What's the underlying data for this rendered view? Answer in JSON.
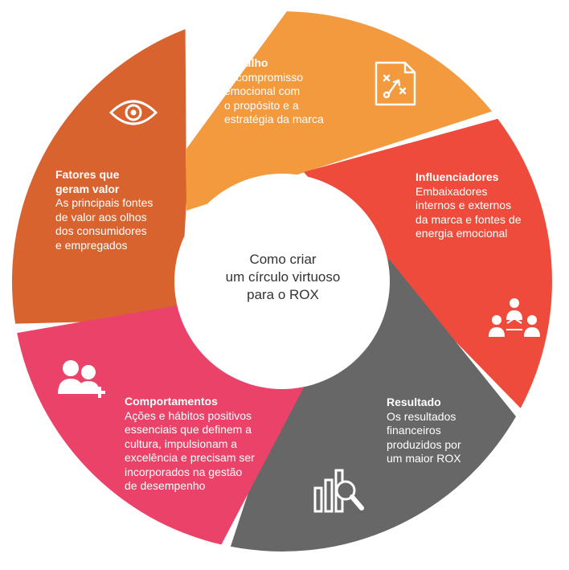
{
  "center": {
    "lines": [
      "Como criar",
      "um círculo virtuoso",
      "para o ROX"
    ]
  },
  "segments": [
    {
      "id": "orgulho",
      "title": "Orgulho",
      "lines": [
        "O compromisso",
        "emocional com",
        "o propósito e a",
        "estratégia da marca"
      ],
      "color": "#F39A3E",
      "icon": "strategy-document-icon"
    },
    {
      "id": "influenciadores",
      "title": "Influenciadores",
      "lines": [
        "Embaixadores",
        "internos e externos",
        "da marca e fontes de",
        "energia emocional"
      ],
      "color": "#EE4B3C",
      "icon": "network-people-icon"
    },
    {
      "id": "resultado",
      "title": "Resultado",
      "lines": [
        "Os resultados",
        "financeiros",
        "produzidos por",
        "um maior ROX"
      ],
      "color": "#676767",
      "icon": "chart-search-icon"
    },
    {
      "id": "comportamentos",
      "title": "Comportamentos",
      "lines": [
        "Ações e hábitos positivos",
        "essenciais que definem a",
        "cultura, impulsionam a",
        "excelência e precisam ser",
        "incorporados na gestão",
        "de desempenho"
      ],
      "color": "#EA4269",
      "icon": "add-people-icon"
    },
    {
      "id": "fatores",
      "title_lines": [
        "Fatores que",
        "geram valor"
      ],
      "lines": [
        "As principais fontes",
        "de valor aos olhos",
        "dos consumidores",
        "e empregados"
      ],
      "color": "#D9632F",
      "icon": "eye-icon"
    }
  ]
}
